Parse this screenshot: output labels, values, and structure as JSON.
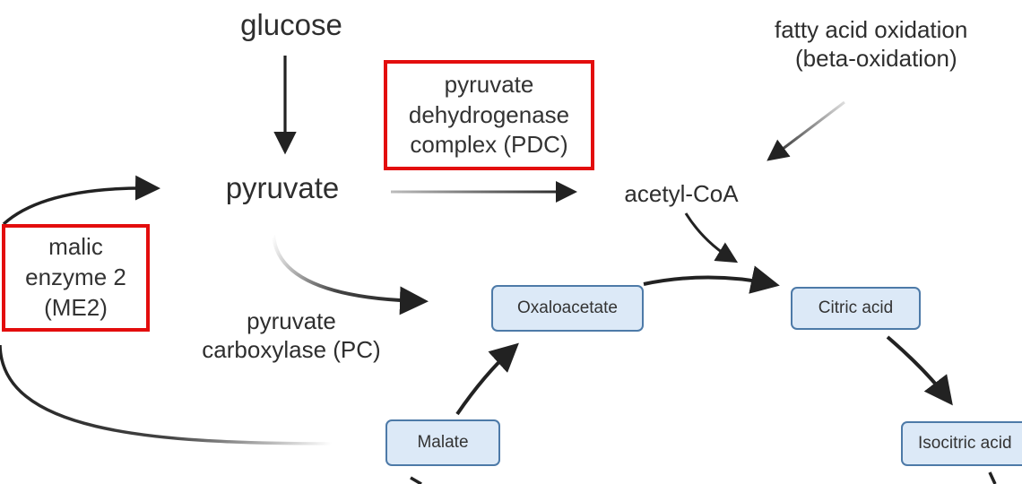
{
  "labels": {
    "glucose": "glucose",
    "pyruvate": "pyruvate",
    "fatty_acid_line1": "fatty acid oxidation",
    "fatty_acid_line2": "(beta-oxidation)",
    "acetyl_coa": "acetyl-CoA",
    "pc_line1": "pyruvate",
    "pc_line2": "carboxylase (PC)"
  },
  "enzymes": {
    "pdc": [
      "pyruvate",
      "dehydrogenase",
      "complex (PDC)"
    ],
    "me2": [
      "malic",
      "enzyme 2",
      "(ME2)"
    ]
  },
  "nodes": {
    "oxaloacetate": "Oxaloacetate",
    "citric_acid": "Citric acid",
    "malate": "Malate",
    "isocitric_acid": "Isocitric acid"
  },
  "colors": {
    "highlight": "#e30d0d",
    "node_fill": "#dce9f7",
    "node_border": "#4d7aa8",
    "arrow": "#222222",
    "text": "#2e2e2e"
  }
}
